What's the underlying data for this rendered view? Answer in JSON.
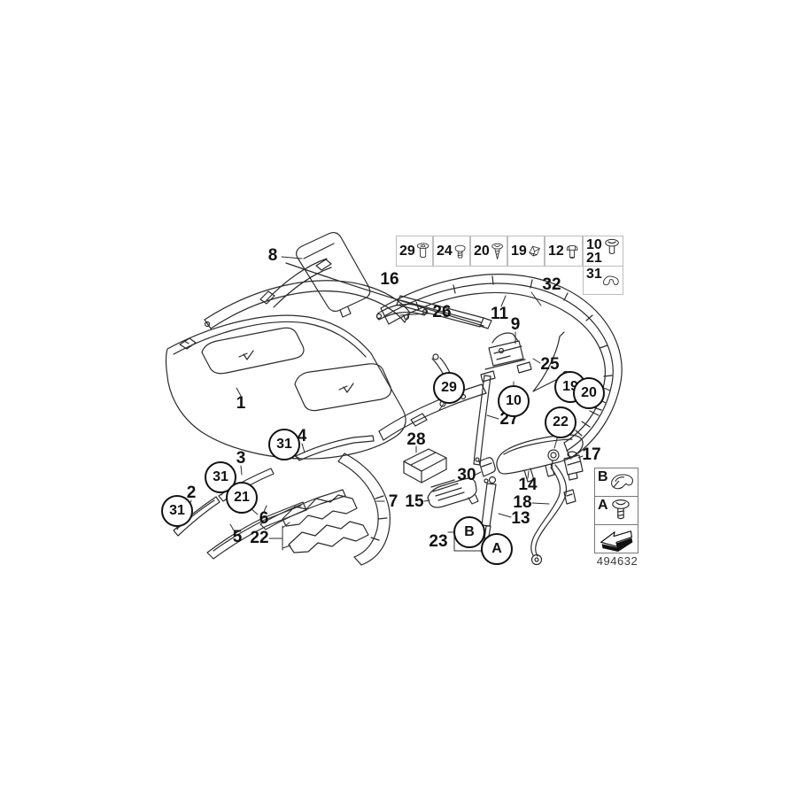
{
  "diagram": {
    "background": "#ffffff",
    "line_color": "#2b2b2b",
    "label_color": "#111111"
  },
  "fastener_table": {
    "cells": [
      {
        "num": "29",
        "icon": "flat-head-screw-icon"
      },
      {
        "num": "24",
        "icon": "round-head-screw-icon"
      },
      {
        "num": "20",
        "icon": "tapping-screw-icon"
      },
      {
        "num": "19",
        "icon": "spring-clip-icon"
      },
      {
        "num": "12",
        "icon": "hex-bolt-icon"
      },
      {
        "num": "10",
        "num2": "21",
        "icon": "oval-head-screw-icon"
      },
      {
        "num": "31",
        "icon": "retainer-clip-icon"
      }
    ]
  },
  "callouts": {
    "plain": [
      "8",
      "16",
      "26",
      "11",
      "9",
      "32",
      "25",
      "27",
      "28",
      "30",
      "14",
      "17",
      "18",
      "13",
      "15",
      "7",
      "23",
      "1",
      "4",
      "3",
      "2",
      "6",
      "5",
      "22"
    ],
    "circled": [
      "29",
      "10",
      "19",
      "20",
      "22",
      "31",
      "31",
      "31",
      "21",
      "B",
      "A"
    ]
  },
  "legend": {
    "row_b": "B",
    "row_a": "A",
    "code": "494632"
  }
}
